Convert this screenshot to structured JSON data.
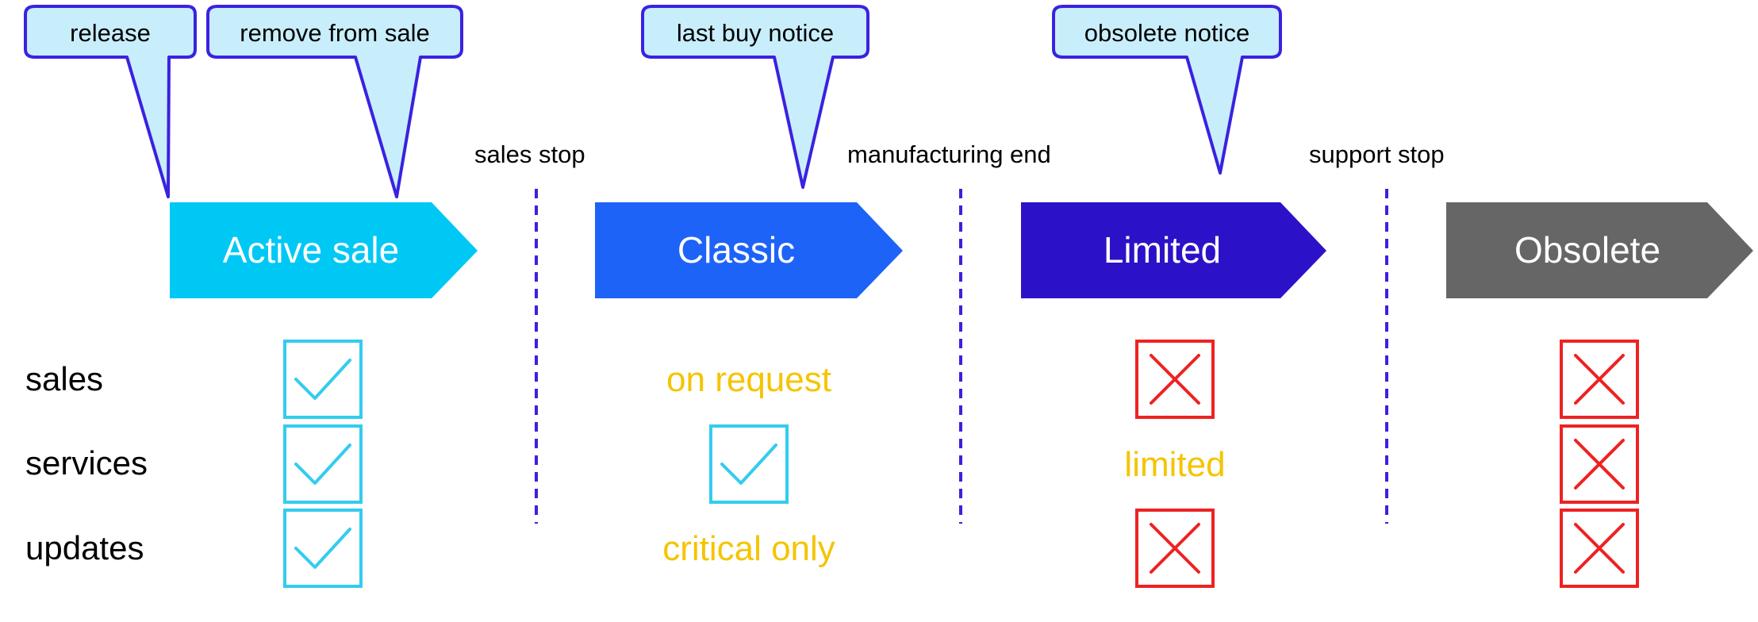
{
  "callouts": [
    {
      "label": "release"
    },
    {
      "label": "remove from sale"
    },
    {
      "label": "last buy notice"
    },
    {
      "label": "obsolete notice"
    }
  ],
  "milestones": [
    {
      "label": "sales stop"
    },
    {
      "label": "manufacturing end"
    },
    {
      "label": "support stop"
    }
  ],
  "phases": [
    {
      "label": "Active sale",
      "color": "#00c8f5"
    },
    {
      "label": "Classic",
      "color": "#1e63f8"
    },
    {
      "label": "Limited",
      "color": "#2b12c8"
    },
    {
      "label": "Obsolete",
      "color": "#666666"
    }
  ],
  "rows": [
    {
      "label": "sales"
    },
    {
      "label": "services"
    },
    {
      "label": "updates"
    }
  ],
  "matrix": [
    [
      {
        "type": "check"
      },
      {
        "type": "check"
      },
      {
        "type": "check"
      }
    ],
    [
      {
        "type": "text",
        "text": "on request"
      },
      {
        "type": "check"
      },
      {
        "type": "text",
        "text": "critical only"
      }
    ],
    [
      {
        "type": "cross"
      },
      {
        "type": "text",
        "text": "limited"
      },
      {
        "type": "cross"
      }
    ],
    [
      {
        "type": "cross"
      },
      {
        "type": "cross"
      },
      {
        "type": "cross"
      }
    ]
  ],
  "colors": {
    "callout_fill": "#c8eefc",
    "callout_stroke": "#3a22e0",
    "milestone_line": "#3a22e0",
    "check": "#33ccee",
    "cross": "#ee2222",
    "partial_text": "#f5c400",
    "phase_text": "#ffffff"
  }
}
